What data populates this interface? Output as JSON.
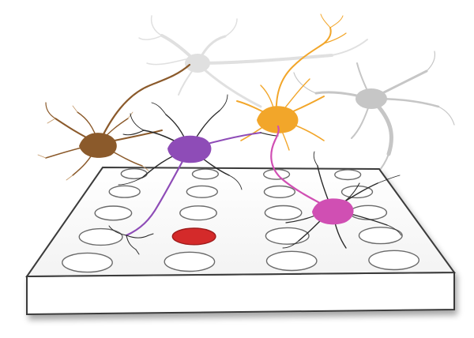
{
  "diagram": {
    "colors": {
      "background": "#ffffff",
      "plate_top": "#ffffff",
      "plate_side": "#ffffff",
      "plate_stroke": "#3a3a3a",
      "well_stroke": "#6a6a6a",
      "active_well": "#d42a2a",
      "neuron_brown": "#8b5a2b",
      "neuron_purple": "#8e4cb7",
      "neuron_orange": "#f2a62a",
      "neuron_pink": "#d04fb3",
      "neuron_gray": "#bdbdbd",
      "neuron_gray_light": "#d6d6d6",
      "dendrite_dark": "#2a2a2a"
    },
    "plate": {
      "rows": 5,
      "cols": 4,
      "active_well": {
        "row": 3,
        "col": 1
      }
    },
    "neurons": [
      {
        "id": "brown",
        "color_key": "neuron_brown"
      },
      {
        "id": "purple",
        "color_key": "neuron_purple"
      },
      {
        "id": "orange",
        "color_key": "neuron_orange"
      },
      {
        "id": "pink",
        "color_key": "neuron_pink"
      },
      {
        "id": "gray-top",
        "color_key": "neuron_gray_light"
      },
      {
        "id": "gray-right",
        "color_key": "neuron_gray"
      }
    ]
  }
}
